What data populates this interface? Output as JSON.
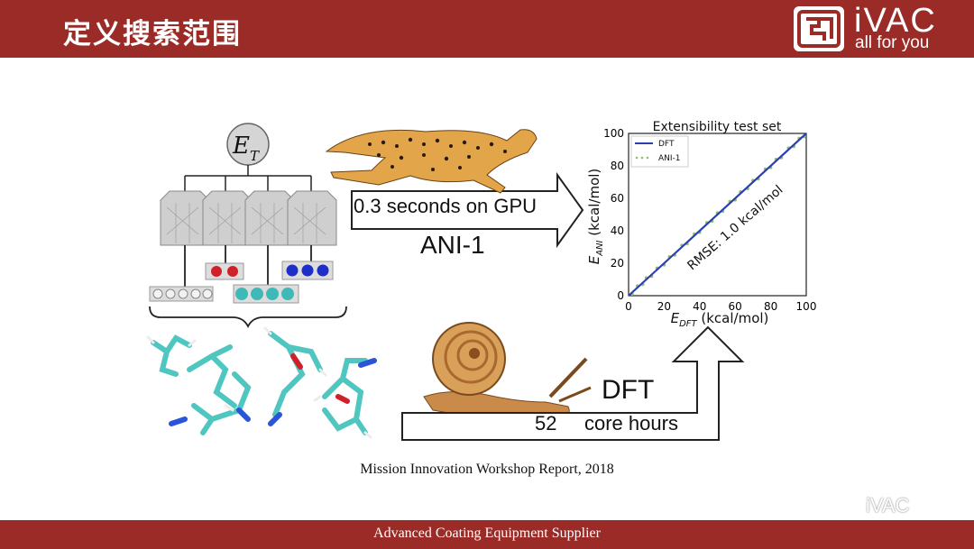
{
  "header": {
    "title": "定义搜索范围",
    "logo_name": "iVAC",
    "logo_tagline": "all for you",
    "colors": {
      "brand": "#9b2b27"
    }
  },
  "figure": {
    "network_label": "E",
    "network_label_sub": "T",
    "gpu_arrow_text": "0.3 seconds on GPU",
    "ani_label": "ANI-1",
    "dft_label": "DFT",
    "core_hours_number": "52",
    "core_hours_text": "core hours",
    "icons": [
      "cheetah-image",
      "snail-image",
      "molecule-image",
      "neural-network-icon"
    ]
  },
  "chart_data": {
    "type": "scatter",
    "title": "Extensibility test set",
    "xlabel": "E_DFT (kcal/mol)",
    "ylabel": "E_ANI (kcal/mol)",
    "xlim": [
      0,
      100
    ],
    "ylim": [
      0,
      100
    ],
    "xticks": [
      0,
      20,
      40,
      60,
      80,
      100
    ],
    "yticks": [
      0,
      20,
      40,
      60,
      80,
      100
    ],
    "legend_position": "top-left",
    "annotation": "RMSE: 1.0 kcal/mol",
    "series": [
      {
        "name": "DFT",
        "type": "line",
        "color": "#2a3fb0",
        "x": [
          0,
          100
        ],
        "y": [
          0,
          100
        ]
      },
      {
        "name": "ANI-1",
        "type": "scatter",
        "color": "#8fbf6a",
        "x": [
          2,
          5,
          8,
          10,
          13,
          16,
          20,
          23,
          26,
          30,
          33,
          37,
          40,
          44,
          47,
          50,
          53,
          57,
          60,
          63,
          67,
          70,
          73,
          77,
          80,
          83,
          86,
          90,
          93,
          96,
          99
        ],
        "y": [
          1,
          6,
          7,
          11,
          12,
          17,
          19,
          24,
          25,
          31,
          32,
          38,
          39,
          45,
          46,
          51,
          52,
          58,
          59,
          64,
          66,
          71,
          72,
          78,
          79,
          84,
          85,
          91,
          92,
          97,
          98
        ]
      }
    ]
  },
  "caption": "Mission Innovation Workshop Report, 2018",
  "footer": {
    "text": "Advanced Coating Equipment Supplier"
  },
  "watermark": "iVAC"
}
